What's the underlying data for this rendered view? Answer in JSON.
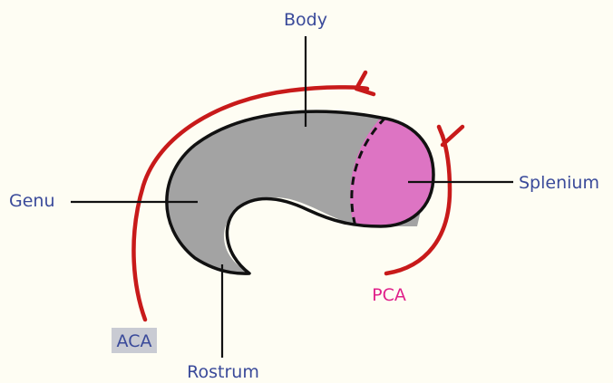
{
  "labels": {
    "body": "Body",
    "genu": "Genu",
    "splenium": "Splenium",
    "rostrum": "Rostrum",
    "aca": "ACA",
    "pca": "PCA"
  },
  "colors": {
    "background": "#fefdf3",
    "corpus_fill": "#a3a3a3",
    "splenium_fill": "#dd74c3",
    "artery": "#c81a1a",
    "label_text": "#3a4a9a",
    "pca_text": "#e0208a",
    "aca_box": "#c9cbd3"
  }
}
